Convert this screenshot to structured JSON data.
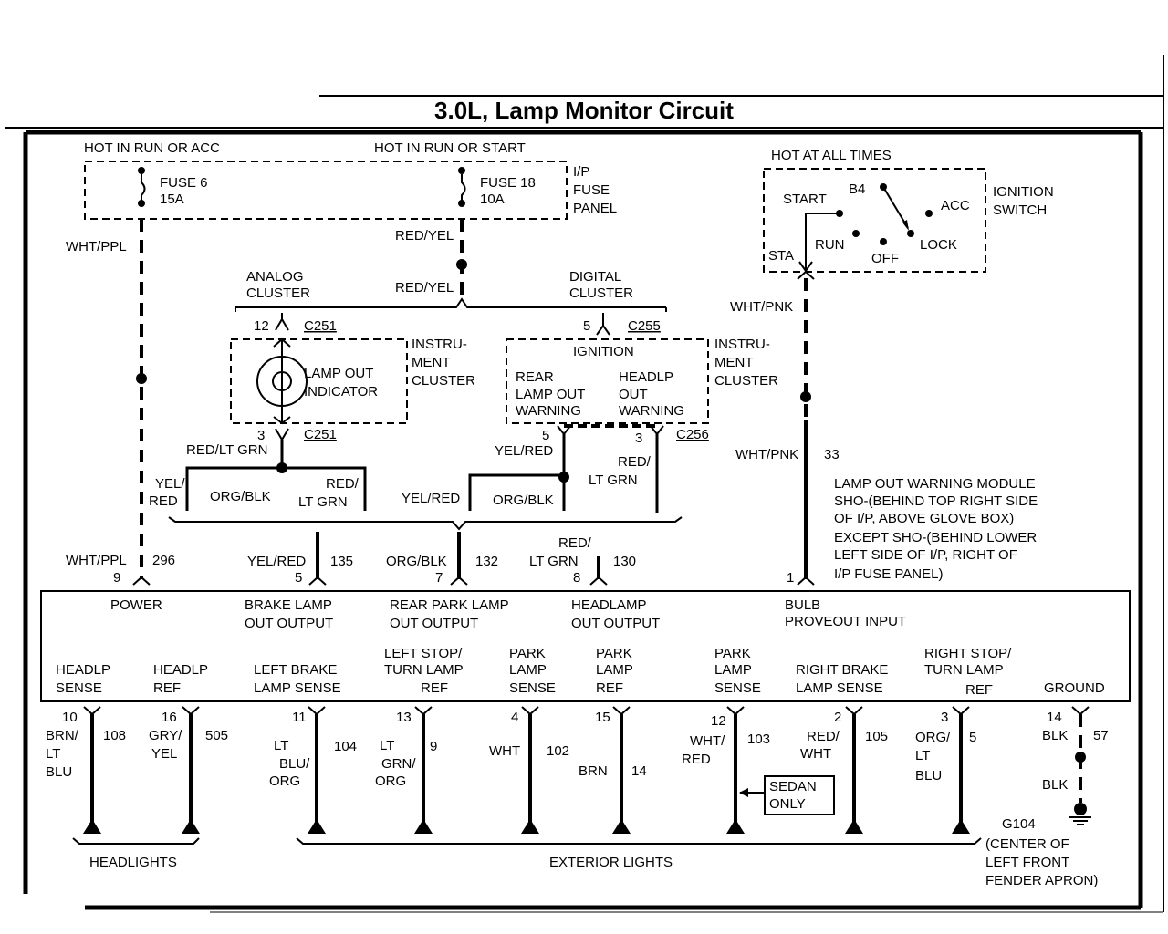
{
  "title": "3.0L, Lamp Monitor Circuit",
  "fuse_panel": {
    "hot_run_acc": "HOT IN RUN OR ACC",
    "hot_run_start": "HOT IN RUN OR START",
    "fuse6_name": "FUSE 6",
    "fuse6_rating": "15A",
    "fuse18_name": "FUSE 18",
    "fuse18_rating": "10A",
    "label_l1": "I/P",
    "label_l2": "FUSE",
    "label_l3": "PANEL"
  },
  "ignition": {
    "hot_all_times": "HOT AT ALL TIMES",
    "start": "START",
    "b4": "B4",
    "acc": "ACC",
    "run": "RUN",
    "off": "OFF",
    "lock": "LOCK",
    "sta": "STA",
    "label_l1": "IGNITION",
    "label_l2": "SWITCH"
  },
  "wires": {
    "wht_ppl": "WHT/PPL",
    "red_yel": "RED/YEL",
    "wht_pnk": "WHT/PNK",
    "red_lt_grn": "RED/LT GRN",
    "yel_red": "YEL/RED",
    "red": "RED",
    "yel": "YEL/",
    "org_blk": "ORG/BLK",
    "red_slash": "RED/",
    "lt_grn": "LT GRN",
    "circuit_33": "33",
    "circuit_296": "296",
    "circuit_135": "135",
    "circuit_132": "132",
    "circuit_130": "130"
  },
  "analog_cluster": {
    "label_l1": "ANALOG",
    "label_l2": "CLUSTER",
    "pin_top": "12",
    "conn_top": "C251",
    "indicator_l1": "LAMP OUT",
    "indicator_l2": "INDICATOR",
    "pin_bottom": "3",
    "conn_bottom": "C251",
    "side_l1": "INSTRU-",
    "side_l2": "MENT",
    "side_l3": "CLUSTER"
  },
  "digital_cluster": {
    "label_l1": "DIGITAL",
    "label_l2": "CLUSTER",
    "pin_top": "5",
    "conn_top": "C255",
    "ignition": "IGNITION",
    "rear_l1": "REAR",
    "rear_l2": "LAMP OUT",
    "rear_l3": "WARNING",
    "head_l1": "HEADLP",
    "head_l2": "OUT",
    "head_l3": "WARNING",
    "pin_left": "5",
    "pin_right": "3",
    "conn_bottom": "C256",
    "side_l1": "INSTRU-",
    "side_l2": "MENT",
    "side_l3": "CLUSTER"
  },
  "module": {
    "note_l1": "LAMP OUT WARNING MODULE",
    "note_l2": "SHO-(BEHIND TOP RIGHT SIDE",
    "note_l3": "OF I/P, ABOVE GLOVE BOX)",
    "note_l4": "EXCEPT SHO-(BEHIND LOWER",
    "note_l5": "LEFT SIDE OF I/P, RIGHT OF",
    "note_l6": "I/P FUSE PANEL)",
    "pin9": "9",
    "pin5": "5",
    "pin7": "7",
    "pin8": "8",
    "pin1": "1",
    "power": "POWER",
    "brake_l1": "BRAKE LAMP",
    "brake_l2": "OUT OUTPUT",
    "rear_park_l1": "REAR PARK LAMP",
    "rear_park_l2": "OUT OUTPUT",
    "headlamp_l1": "HEADLAMP",
    "headlamp_l2": "OUT OUTPUT",
    "bulb_l1": "BULB",
    "bulb_l2": "PROVEOUT INPUT"
  },
  "bottom_pins": [
    {
      "l1": "HEADLP",
      "l2": "SENSE",
      "pin": "10",
      "color": [
        "BRN/",
        "LT",
        "BLU"
      ],
      "circuit": "108"
    },
    {
      "l1": "HEADLP",
      "l2": "REF",
      "pin": "16",
      "color": [
        "GRY/",
        "YEL"
      ],
      "circuit": "505"
    },
    {
      "l1": "LEFT BRAKE",
      "l2": "LAMP SENSE",
      "pin": "11",
      "color": [
        "LT",
        "BLU/",
        "ORG"
      ],
      "circuit": "104"
    },
    {
      "l0": "LEFT STOP/",
      "l1": "TURN LAMP",
      "l2": "REF",
      "pin": "13",
      "color": [
        "LT",
        "GRN/",
        "ORG"
      ],
      "circuit": "9"
    },
    {
      "l0": "PARK",
      "l1": "LAMP",
      "l2": "SENSE",
      "pin": "4",
      "color": [
        "WHT"
      ],
      "circuit": "102"
    },
    {
      "l0": "PARK",
      "l1": "LAMP",
      "l2": "REF",
      "pin": "15",
      "color": [
        "BRN"
      ],
      "circuit": "14"
    },
    {
      "l0": "PARK",
      "l1": "LAMP",
      "l2": "SENSE",
      "pin": "12",
      "color": [
        "WHT/",
        "RED"
      ],
      "circuit": "103"
    },
    {
      "l1": "RIGHT BRAKE",
      "l2": "LAMP SENSE",
      "pin": "2",
      "color": [
        "RED/",
        "WHT"
      ],
      "circuit": "105"
    },
    {
      "l0": "RIGHT STOP/",
      "l1": "TURN LAMP",
      "l2": "REF",
      "pin": "3",
      "color": [
        "ORG/",
        "LT",
        "BLU"
      ],
      "circuit": "5"
    },
    {
      "l2": "GROUND",
      "pin": "14",
      "color": [
        "BLK"
      ],
      "circuit": "57"
    }
  ],
  "sedan_only_l1": "SEDAN",
  "sedan_only_l2": "ONLY",
  "ground_wire": "BLK",
  "ground_id": "G104",
  "ground_l1": "(CENTER OF",
  "ground_l2": "LEFT FRONT",
  "ground_l3": "FENDER APRON)",
  "group_headlights": "HEADLIGHTS",
  "group_exterior": "EXTERIOR LIGHTS"
}
